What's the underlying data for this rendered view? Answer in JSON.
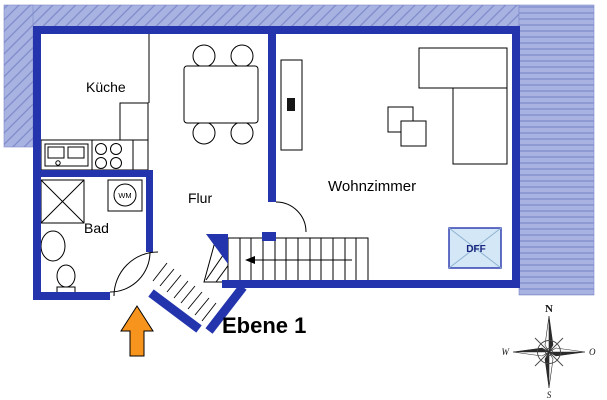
{
  "plan": {
    "level_label": "Ebene 1",
    "rooms": {
      "kitchen": "Küche",
      "hallway": "Flur",
      "bathroom": "Bad",
      "living_room": "Wohnzimmer"
    },
    "fixtures": {
      "washing_machine": "WM",
      "roof_window": "DFF"
    }
  },
  "compass": {
    "north": "N",
    "east": "O",
    "south": "S",
    "west": "W"
  },
  "colors": {
    "wall": "#2434ad",
    "roof-fill": "#a8b3e2",
    "roof-hatch": "#7d89c9",
    "arrow": "#f7941e",
    "dff-fill": "#d3e7f6",
    "dff-line": "#8fb3d1",
    "dff-text": "#16247e",
    "line": "#000000"
  },
  "icons": {
    "entrance-arrow-icon": "up-arrow",
    "compass-rose-icon": "compass-rose",
    "shower-icon": "square-with-x",
    "toilet-icon": "toilet",
    "washbasin-icon": "oval-basin",
    "washing-machine-icon": "circle-in-square",
    "sink-icon": "double-basin",
    "stove-icon": "four-burners",
    "stairs-icon": "stair-treads-with-arrow"
  }
}
